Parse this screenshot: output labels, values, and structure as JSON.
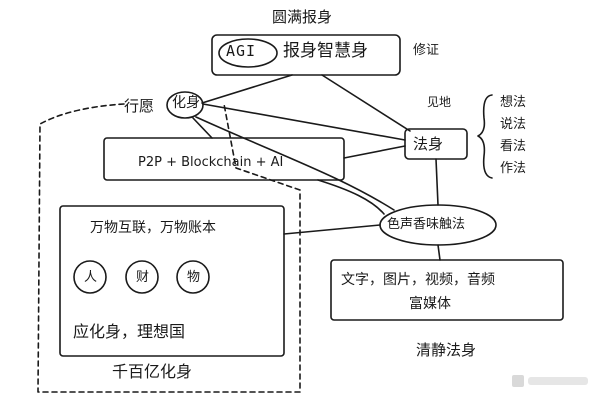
{
  "diagram": {
    "title": "圆满报身",
    "top_node": {
      "agi_label": "AGI",
      "name": "报身智慧身",
      "annotation": "修证"
    },
    "left_group": {
      "prefix_label": "行愿",
      "circle_label": "化身",
      "tech_label": "P2P + Blockchain + AI",
      "inner_title": "万物互联，万物账本",
      "circles": [
        "人",
        "财",
        "物"
      ],
      "inner_caption": "应化身，理想国",
      "bottom_label_1": "千百亿化身"
    },
    "right_group": {
      "see_label": "见地",
      "dharma_node": "法身",
      "views": [
        "想法",
        "说法",
        "看法",
        "作法"
      ],
      "media_node": "色声香味触法",
      "media_types": "文字，图片，视频，音频",
      "media_types_2": "富媒体",
      "bottom_label": "清静法身"
    }
  },
  "colors": {
    "ink": "#1a1a1a",
    "paper": "#ffffff",
    "watermark": "#d9d9d9"
  }
}
